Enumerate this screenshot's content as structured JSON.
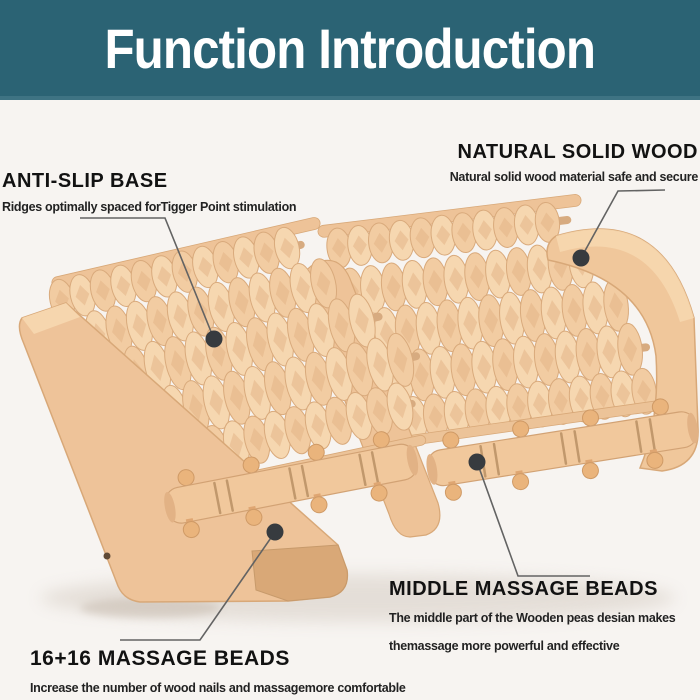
{
  "page": {
    "title": "Function Introduction"
  },
  "theme": {
    "banner_color": "#2b6374",
    "banner_edge_color": "#3e7383",
    "background_color": "#f7f4f1",
    "heading_color": "#121212",
    "subtext_color": "#222222",
    "callout_line_color": "#636363",
    "callout_dot_color": "#373b3f",
    "wood_light": "#f4d1a8",
    "wood_mid": "#eec398",
    "wood_dark": "#d8a878",
    "bead_color": "#eab47c"
  },
  "callouts": {
    "anti_slip": {
      "heading": "ANTI-SLIP BASE",
      "sub": "Ridges optimally spaced forTigger Point stimulation"
    },
    "natural_wood": {
      "heading": "NATURAL SOLID WOOD",
      "sub": "Natural solid wood material safe and secure"
    },
    "middle_beads": {
      "heading": "MIDDLE MASSAGE BEADS",
      "sub_line1": "The middle part of the Wooden peas desian makes",
      "sub_line2": "themassage more powerful and effective"
    },
    "beads_16": {
      "heading": "16+16 MASSAGE BEADS",
      "sub": "Increase the number of wood nails and massagemore comfortable"
    }
  }
}
